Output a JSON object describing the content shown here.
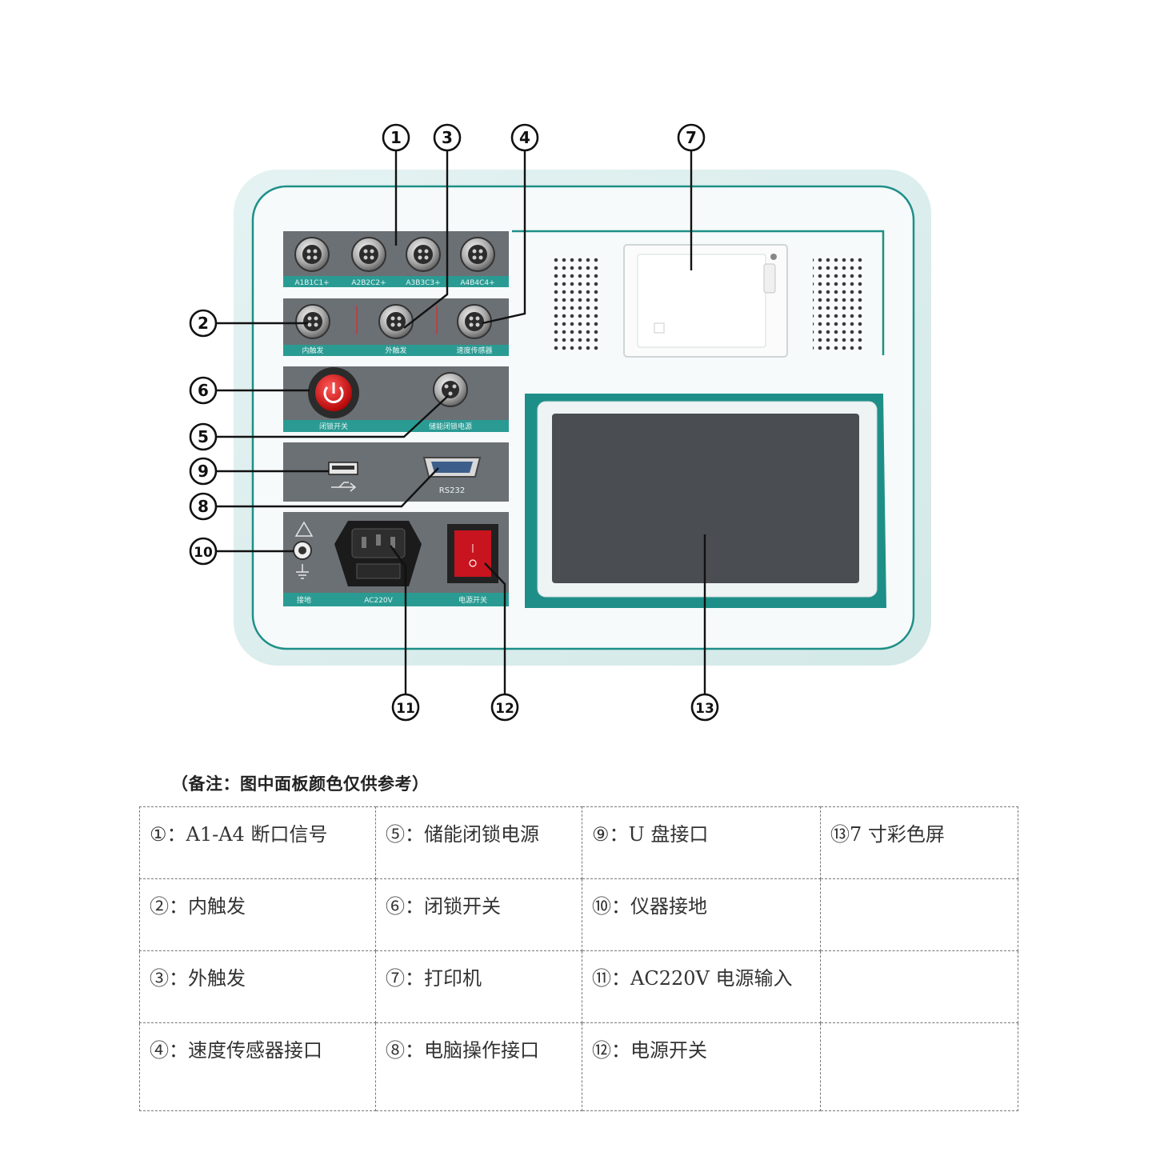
{
  "callouts": [
    "1",
    "2",
    "3",
    "4",
    "5",
    "6",
    "7",
    "8",
    "9",
    "10",
    "11",
    "12",
    "13"
  ],
  "port_labels_row1": [
    "A1B1C1+",
    "A2B2C2+",
    "A3B3C3+",
    "A4B4C4+"
  ],
  "port_labels_row2": [
    "内触发",
    "外触发",
    "速度传感器"
  ],
  "panel_labels": {
    "lock_switch": "闭锁开关",
    "lock_power": "储能闭锁电源",
    "rs232": "RS232",
    "ground": "接地",
    "ac": "AC220V",
    "power_switch": "电源开关"
  },
  "note": "（备注：图中面板颜色仅供参考）",
  "legend": [
    [
      "①：A1-A4 断口信号",
      "⑤：储能闭锁电源",
      "⑨：U 盘接口",
      "⑬7 寸彩色屏"
    ],
    [
      "②：内触发",
      "⑥：闭锁开关",
      "⑩：仪器接地",
      ""
    ],
    [
      "③：外触发",
      "⑦：打印机",
      "⑪：AC220V  电源输入",
      ""
    ],
    [
      "④：速度传感器接口",
      "⑧：电脑操作接口",
      "⑫：电源开关",
      ""
    ]
  ]
}
